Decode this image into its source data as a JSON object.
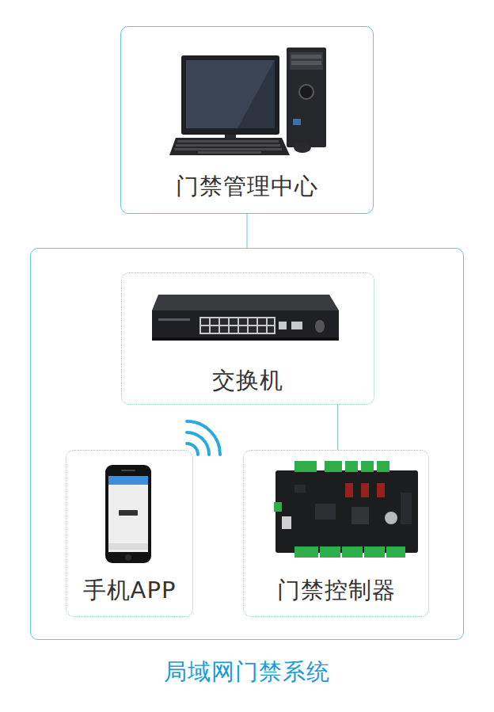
{
  "diagram": {
    "nodes": [
      {
        "text": [
          "门禁管理中心"
        ]
      },
      {
        "text": [
          "局域网门禁系统"
        ]
      },
      {
        "text": [
          "交换机"
        ],
        "in": 1
      },
      {
        "text": [
          "手机APP"
        ],
        "in": 1
      },
      {
        "text": [
          "门禁控制器"
        ],
        "in": 1
      }
    ],
    "edges": [
      {
        "from": 0,
        "to": 1,
        "arrow": "none"
      },
      {
        "from": 2,
        "to": 4,
        "arrow": "none"
      }
    ]
  }
}
